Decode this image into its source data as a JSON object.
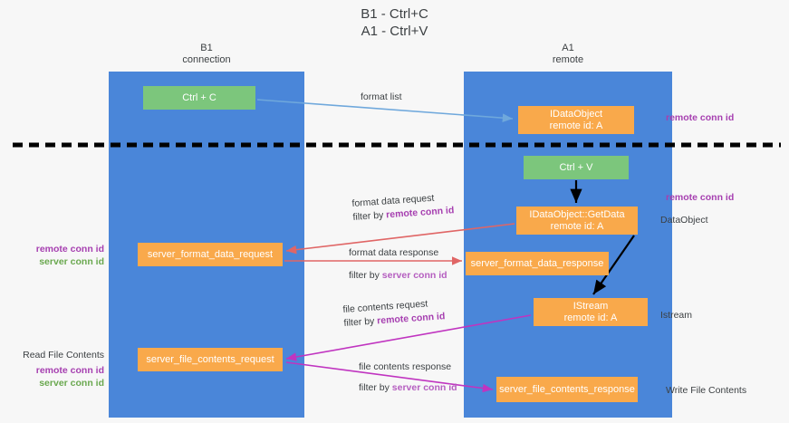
{
  "title": "B1 - Ctrl+C\nA1 - Ctrl+V",
  "columns": {
    "left": "B1\nconnection",
    "right": "A1\nremote"
  },
  "colors": {
    "lane": "#4a86d9",
    "node_orange": "#f9a94b",
    "node_green": "#7cc67c",
    "remote_conn_id": "#a63fb0",
    "server_conn_id": "#6aa84f",
    "arrow_format_list": "#6fa8dc",
    "arrow_format_data": "#e06666",
    "arrow_file_contents": "#c034c0",
    "arrow_call": "#000000",
    "divider": "#000000",
    "background": "#f7f7f7"
  },
  "nodes": {
    "ctrl_c": "Ctrl + C",
    "idataobject": "IDataObject\nremote id: A",
    "ctrl_v": "Ctrl + V",
    "getdata": "IDataObject::GetData\nremote id: A",
    "server_format_data_request": "server_format_data_request",
    "server_format_data_response": "server_format_data_response",
    "istream": "IStream\nremote id: A",
    "server_file_contents_request": "server_file_contents_request",
    "server_file_contents_response": "server_file_contents_response"
  },
  "edge_labels": {
    "format_list": "format list",
    "format_data_request": {
      "line1": "format data request",
      "prefix": "filter by ",
      "highlight": "remote conn id"
    },
    "format_data_response": {
      "line1": "format data response",
      "prefix": "filter by ",
      "highlight": "server conn id"
    },
    "file_contents_request": {
      "line1": "file contents request",
      "prefix": "filter by ",
      "highlight": "remote conn id"
    },
    "file_contents_response": {
      "line1": "file contents response",
      "prefix": "filter by ",
      "highlight": "server conn id"
    }
  },
  "side_labels": {
    "right_remote_1": "remote conn id",
    "right_remote_2": "remote conn id",
    "right_dataobject": "DataObject",
    "right_istream": "Istream",
    "right_write_file_contents": "Write File Contents",
    "left_remote_conn_id_1": "remote conn id",
    "left_server_conn_id_1": "server conn id",
    "left_read_file_contents": "Read File Contents",
    "left_remote_conn_id_2": "remote conn id",
    "left_server_conn_id_2": "server conn id"
  }
}
